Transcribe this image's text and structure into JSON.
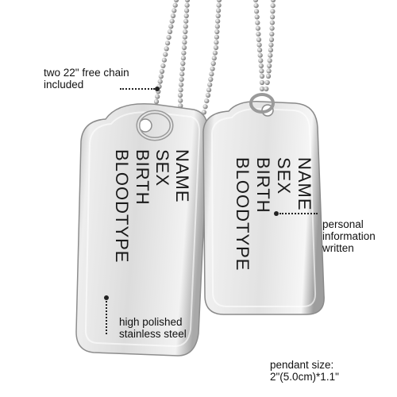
{
  "product": {
    "tag_left_lines": [
      "NAME",
      "SEX",
      "BIRTH",
      "BLOODTYPE"
    ],
    "tag_right_lines": [
      "NAME",
      "SEX",
      "BIRTH",
      "BLOODTYPE"
    ]
  },
  "callouts": {
    "chain": [
      "two 22\" free chain",
      "included"
    ],
    "info": [
      "personal",
      "information",
      "written"
    ],
    "steel": [
      "high polished",
      "stainless steel"
    ],
    "size": [
      "pendant size:",
      "2\"(5.0cm)*1.1\""
    ]
  },
  "colors": {
    "background": "#ffffff",
    "metal_light": "#f4f4f4",
    "metal_mid": "#c9c9c9",
    "metal_dark": "#8a8a8a",
    "engraving": "#1a1a1a"
  }
}
